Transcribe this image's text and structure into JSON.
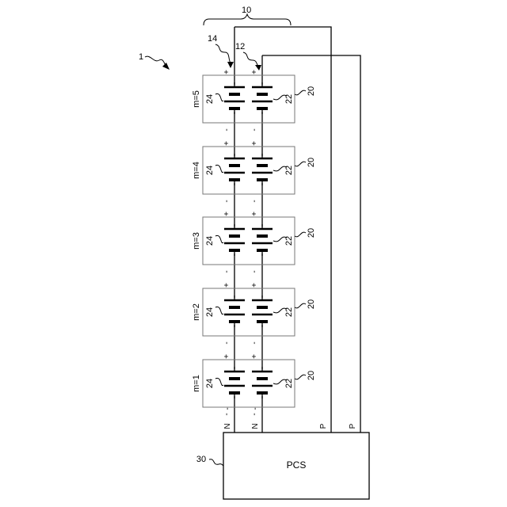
{
  "labels": {
    "system": "1",
    "group": "10",
    "string_a": "12",
    "string_b": "14",
    "pcs_ref": "30",
    "pcs": "PCS",
    "plus": "+",
    "minus": "-",
    "n": "N",
    "p": "P"
  },
  "modules": [
    {
      "m": "m=5",
      "cell_left": "24",
      "cell_right": "22",
      "module_ref": "20"
    },
    {
      "m": "m=4",
      "cell_left": "24",
      "cell_right": "22",
      "module_ref": "20"
    },
    {
      "m": "m=3",
      "cell_left": "24",
      "cell_right": "22",
      "module_ref": "20"
    },
    {
      "m": "m=2",
      "cell_left": "24",
      "cell_right": "22",
      "module_ref": "20"
    },
    {
      "m": "m=1",
      "cell_left": "24",
      "cell_right": "22",
      "module_ref": "20"
    }
  ]
}
